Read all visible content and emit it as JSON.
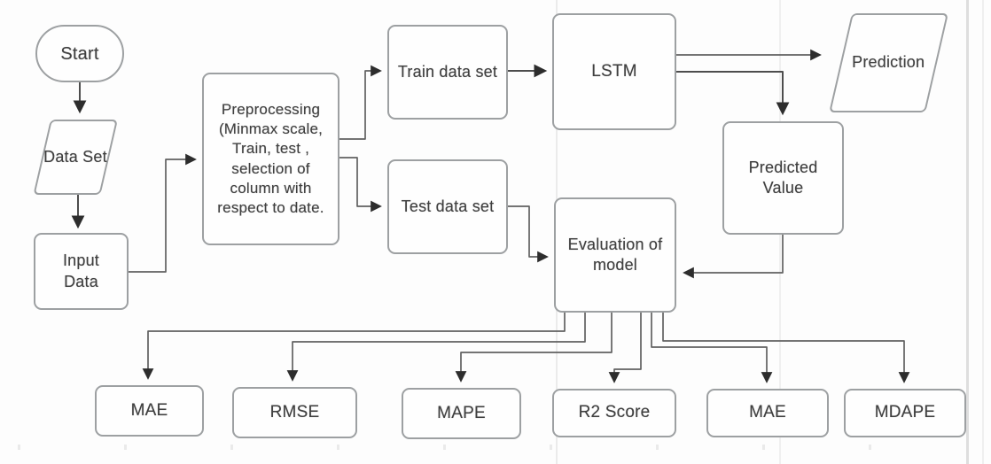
{
  "diagram": {
    "nodes": {
      "start": {
        "label": "Start",
        "shape": "terminator"
      },
      "data_set": {
        "label": "Data Set",
        "shape": "parallelogram"
      },
      "input_data": {
        "label": "Input Data",
        "shape": "process"
      },
      "preprocessing": {
        "label": "Preprocessing (Minmax scale, Train, test , selection of column with respect to date.",
        "shape": "process"
      },
      "train_data_set": {
        "label": "Train data set",
        "shape": "process"
      },
      "test_data_set": {
        "label": "Test data set",
        "shape": "process"
      },
      "lstm": {
        "label": "LSTM",
        "shape": "process"
      },
      "prediction": {
        "label": "Prediction",
        "shape": "parallelogram"
      },
      "predicted_value": {
        "label": "Predicted Value",
        "shape": "process"
      },
      "evaluation": {
        "label": "Evaluation of model",
        "shape": "process"
      },
      "mae_left": {
        "label": "MAE",
        "shape": "process"
      },
      "rmse": {
        "label": "RMSE",
        "shape": "process"
      },
      "mape": {
        "label": "MAPE",
        "shape": "process"
      },
      "r2_score": {
        "label": "R2 Score",
        "shape": "process"
      },
      "mae_right": {
        "label": "MAE",
        "shape": "process"
      },
      "mdape": {
        "label": "MDAPE",
        "shape": "process"
      }
    },
    "edges": [
      {
        "from": "Start",
        "to": "Data Set"
      },
      {
        "from": "Data Set",
        "to": "Input Data"
      },
      {
        "from": "Input Data",
        "to": "Preprocessing"
      },
      {
        "from": "Preprocessing",
        "to": "Train data set"
      },
      {
        "from": "Preprocessing",
        "to": "Test data set"
      },
      {
        "from": "Train data set",
        "to": "LSTM"
      },
      {
        "from": "LSTM",
        "to": "Prediction"
      },
      {
        "from": "LSTM",
        "to": "Predicted Value"
      },
      {
        "from": "Predicted Value",
        "to": "Evaluation of model"
      },
      {
        "from": "Test data set",
        "to": "Evaluation of model"
      },
      {
        "from": "Evaluation of model",
        "to": "MAE"
      },
      {
        "from": "Evaluation of model",
        "to": "RMSE"
      },
      {
        "from": "Evaluation of model",
        "to": "MAPE"
      },
      {
        "from": "Evaluation of model",
        "to": "R2 Score"
      },
      {
        "from": "Evaluation of model",
        "to": "MAE"
      },
      {
        "from": "Evaluation of model",
        "to": "MDAPE"
      }
    ],
    "colors": {
      "box_border": "#9da0a2",
      "box_fill": "#fefefe",
      "connector": "#616161",
      "arrowhead": "#2d2d2d",
      "text": "#3f3f3f",
      "background": "#fdfdfd"
    }
  }
}
